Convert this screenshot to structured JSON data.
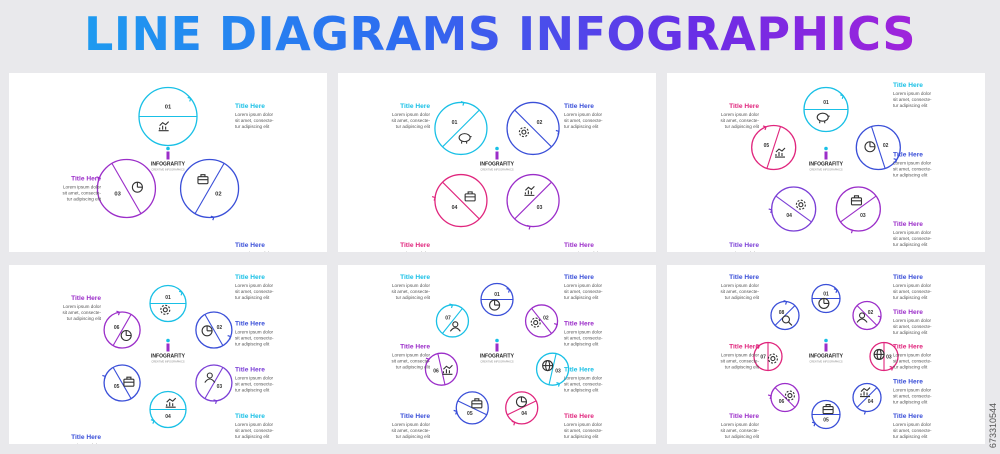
{
  "title": "LINE DIAGRAMS INFOGRAPHICS",
  "brand": {
    "name": "INFOGRAFITY",
    "tagline": "CREATIVE INFOGRAPHICS"
  },
  "step_title": "Title Here",
  "step_lines": [
    "Lorem ipsum dolor",
    "sit amet, consecte-",
    "tur adipiscing elit"
  ],
  "colors": {
    "cyan": "#19c0e6",
    "blue": "#3a4fd8",
    "purple": "#9b2ec9",
    "magenta": "#e0267d",
    "violet": "#7b3fd6"
  },
  "watermark": "673310544",
  "diagrams": [
    {
      "count": 3,
      "numbers": [
        "01",
        "02",
        "03"
      ],
      "icons": [
        "chart-icon",
        "briefcase-icon",
        "pie-chart-icon"
      ],
      "colors": [
        "cyan",
        "blue",
        "purple"
      ]
    },
    {
      "count": 4,
      "numbers": [
        "01",
        "02",
        "03",
        "04"
      ],
      "icons": [
        "piggy-bank-icon",
        "gear-icon",
        "chart-icon",
        "briefcase-icon"
      ],
      "colors": [
        "cyan",
        "blue",
        "purple",
        "magenta"
      ]
    },
    {
      "count": 5,
      "numbers": [
        "01",
        "02",
        "03",
        "04",
        "05"
      ],
      "icons": [
        "piggy-bank-icon",
        "pie-chart-icon",
        "briefcase-icon",
        "gear-icon",
        "chart-icon"
      ],
      "colors": [
        "cyan",
        "blue",
        "purple",
        "violet",
        "magenta"
      ]
    },
    {
      "count": 6,
      "numbers": [
        "01",
        "02",
        "03",
        "04",
        "05",
        "06"
      ],
      "icons": [
        "gear-icon",
        "pie-chart-icon",
        "user-icon",
        "chart-icon",
        "briefcase-icon",
        "pie-chart-icon"
      ],
      "colors": [
        "cyan",
        "blue",
        "violet",
        "cyan",
        "blue",
        "purple"
      ]
    },
    {
      "count": 7,
      "numbers": [
        "01",
        "02",
        "03",
        "04",
        "05",
        "06",
        "07"
      ],
      "icons": [
        "pie-chart-icon",
        "gear-icon",
        "globe-icon",
        "pie-chart-icon",
        "briefcase-icon",
        "chart-icon",
        "user-icon"
      ],
      "colors": [
        "blue",
        "purple",
        "cyan",
        "magenta",
        "blue",
        "purple",
        "cyan"
      ]
    },
    {
      "count": 8,
      "numbers": [
        "01",
        "02",
        "03",
        "04",
        "05",
        "06",
        "07",
        "08"
      ],
      "icons": [
        "pie-chart-icon",
        "user-icon",
        "globe-icon",
        "chart-icon",
        "briefcase-icon",
        "gear-icon",
        "gear-icon",
        "search-icon"
      ],
      "colors": [
        "blue",
        "purple",
        "magenta",
        "blue",
        "blue",
        "purple",
        "magenta",
        "blue"
      ]
    }
  ]
}
